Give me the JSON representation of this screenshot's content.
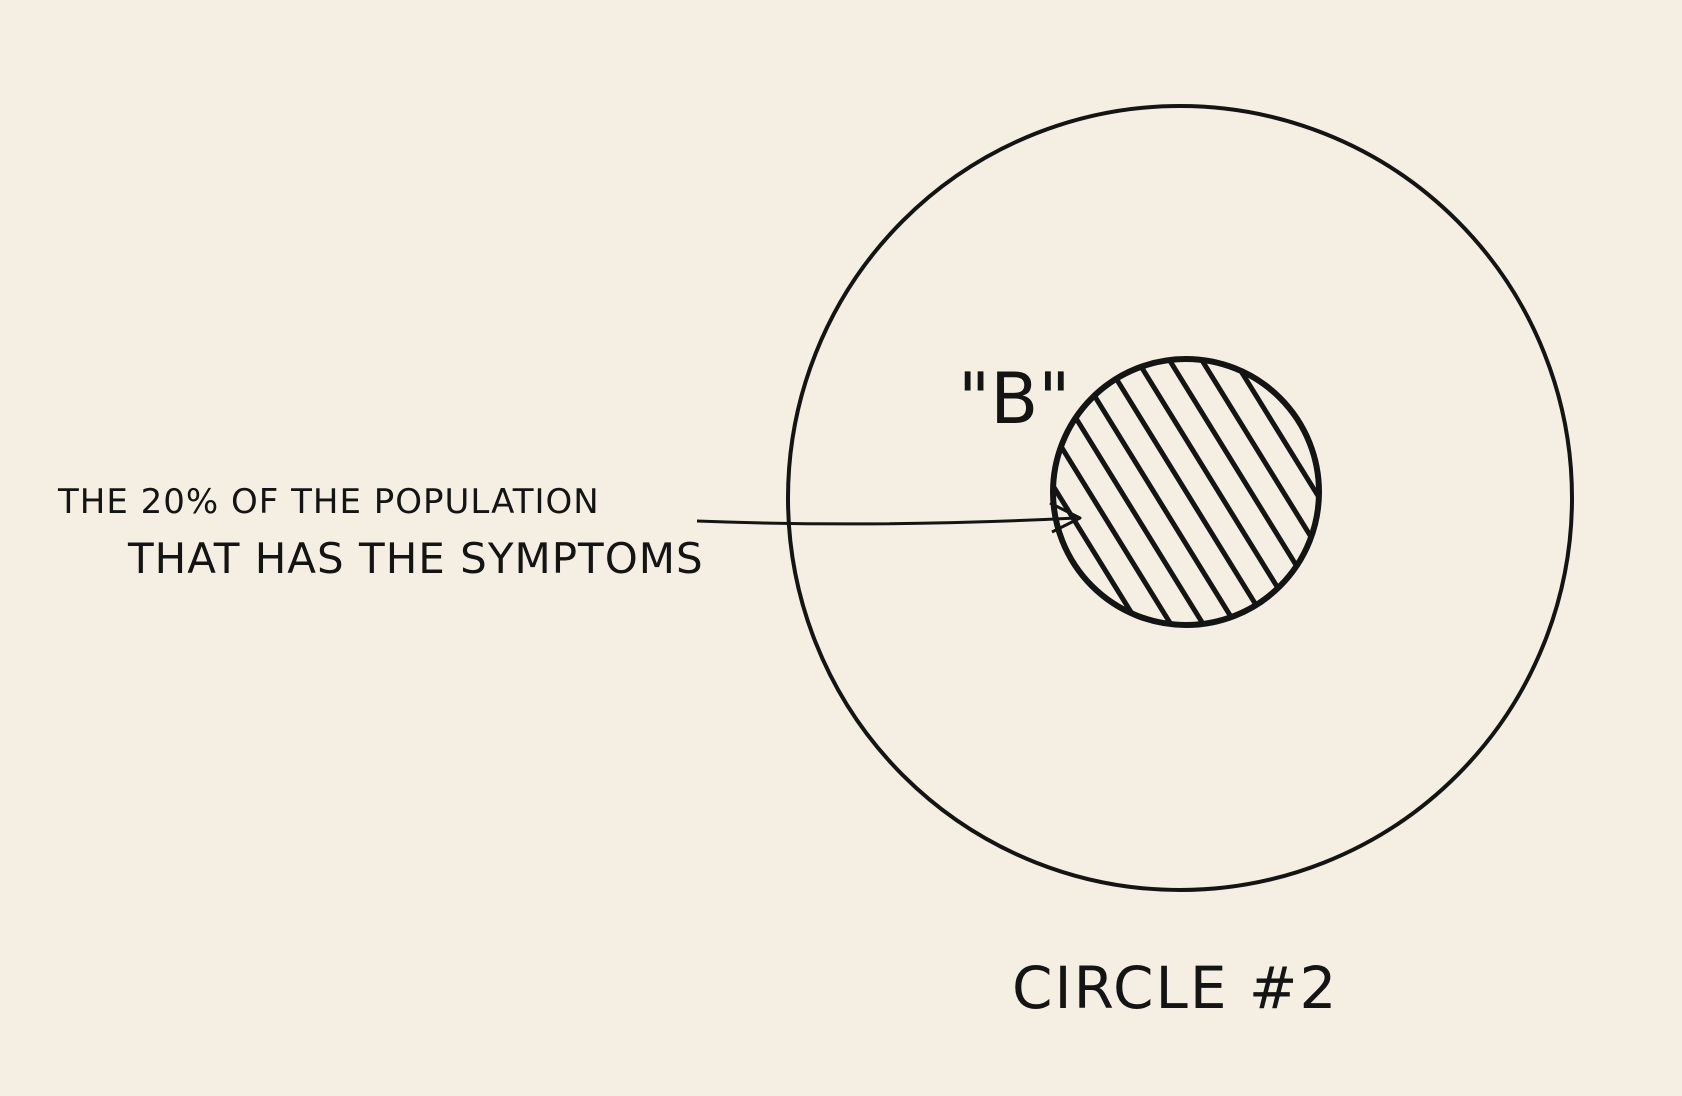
{
  "diagram": {
    "annotation": {
      "line1": "THE 20% OF THE POPULATION",
      "line2": "THAT HAS THE SYMPTOMS"
    },
    "inner_label": "\"B\"",
    "caption": "CIRCLE #2",
    "colors": {
      "background": "#f5efe3",
      "ink": "#141414"
    }
  }
}
